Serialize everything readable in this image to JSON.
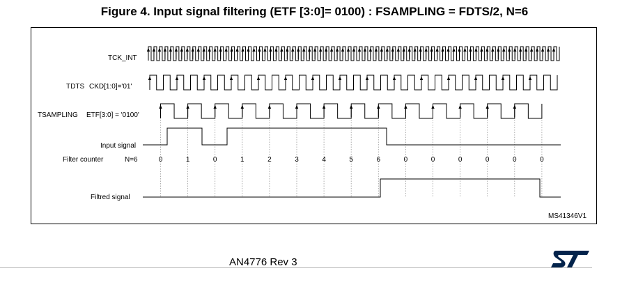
{
  "title": "Figure 4. Input signal filtering (ETF [3:0]= 0100) : FSAMPLING = FDTS/2, N=6",
  "signals": {
    "tck_int": "TCK_INT",
    "tdts": "TDTS",
    "ckd": "CKD[1:0]='01'",
    "tsampling": "TSAMPLING",
    "etf": "ETF[3:0] = '0100'",
    "input_signal": "Input signal",
    "filter_counter": "Filter counter",
    "n_value": "N=6",
    "filtred_signal": "Filtred signal"
  },
  "counter_values": [
    "0",
    "1",
    "0",
    "1",
    "2",
    "3",
    "4",
    "5",
    "6",
    "0",
    "0",
    "0",
    "0",
    "0",
    "0"
  ],
  "figure_code": "MS41346V1",
  "footer": {
    "doc_ref": "AN4776 Rev 3",
    "logo_name": "st-logo"
  },
  "colors": {
    "logo": "#03234b",
    "trace": "#000000",
    "guide": "#9a9a9a",
    "rule": "#bdbdbd"
  }
}
